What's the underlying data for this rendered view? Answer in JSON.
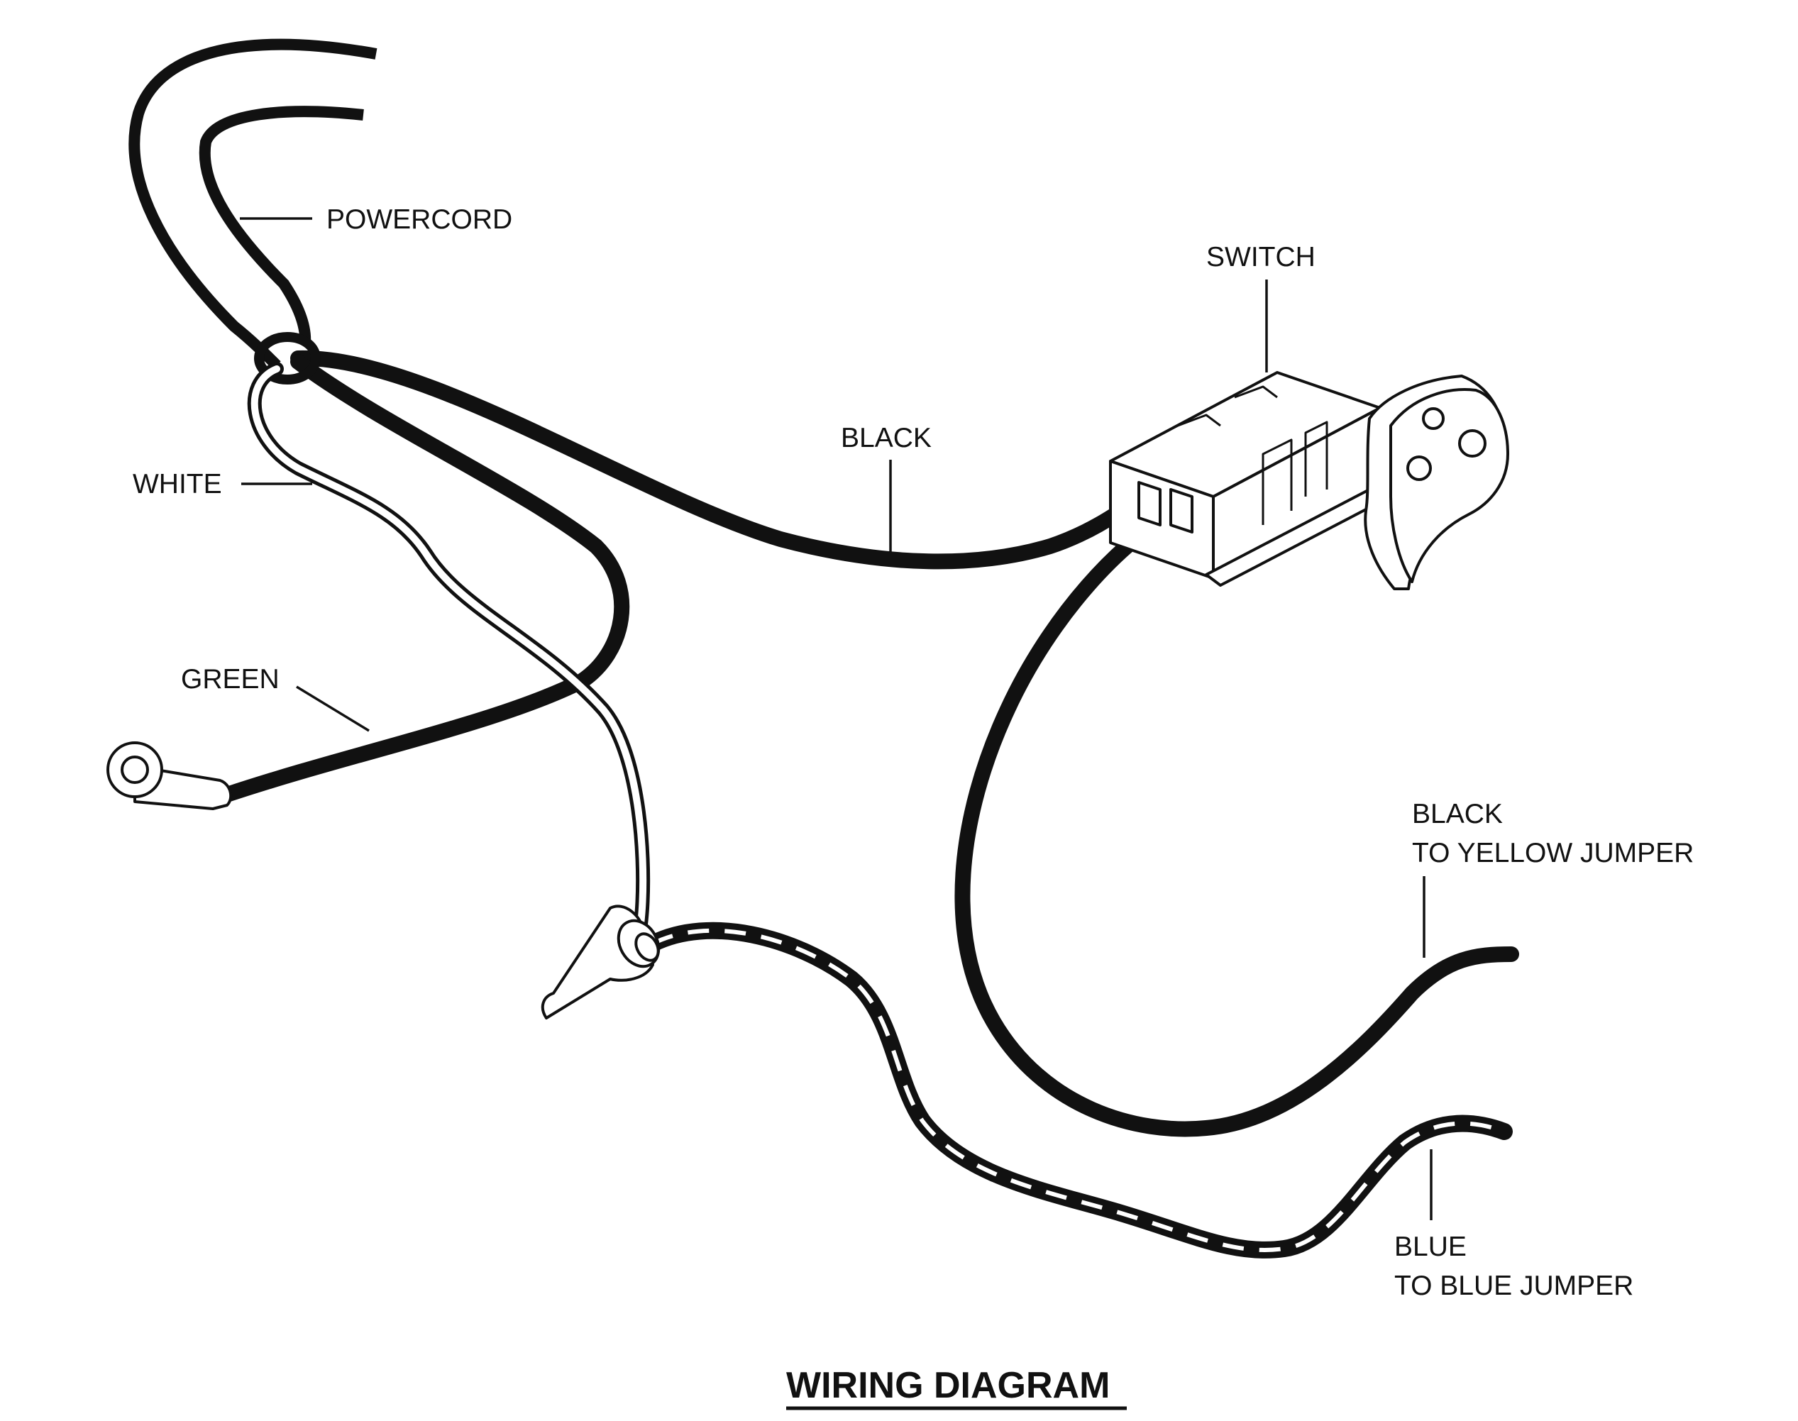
{
  "labels": {
    "powercord": "POWERCORD",
    "switch": "SWITCH",
    "black": "BLACK",
    "white": "WHITE",
    "green": "GREEN",
    "black_jumper_line1": "BLACK",
    "black_jumper_line2": "TO YELLOW JUMPER",
    "blue_jumper_line1": "BLUE",
    "blue_jumper_line2": "TO BLUE JUMPER"
  },
  "title": "WIRING DIAGRAM",
  "colors": {
    "ink": "#111111",
    "background": "#ffffff"
  }
}
